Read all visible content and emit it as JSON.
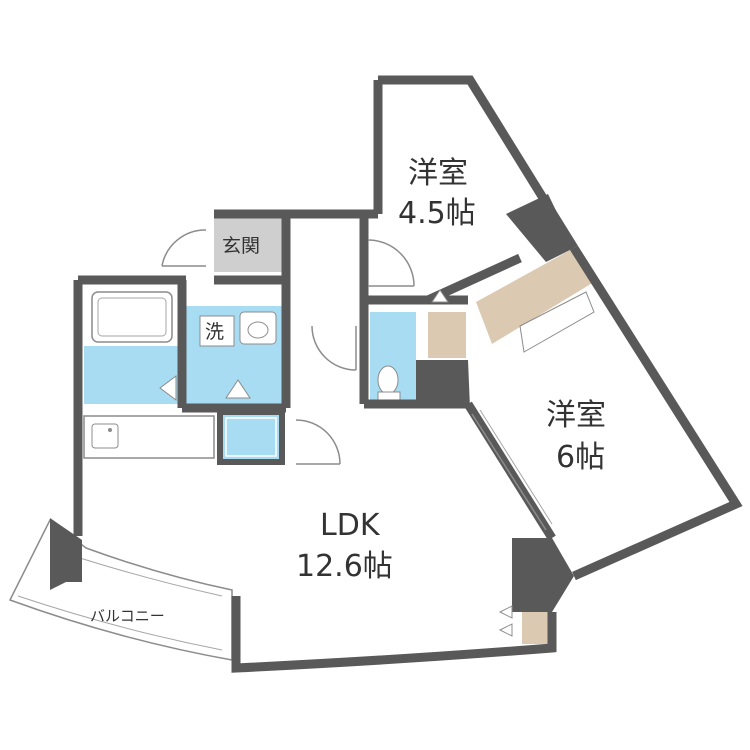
{
  "rooms": {
    "western_small": {
      "name": "洋室",
      "size": "4.5帖"
    },
    "western_large": {
      "name": "洋室",
      "size": "6帖"
    },
    "ldk": {
      "name": "LDK",
      "size": "12.6帖"
    }
  },
  "labels": {
    "entrance": "玄関",
    "washroom": "洗",
    "balcony": "バルコニー"
  },
  "colors": {
    "wall": "#595959",
    "water_area": "#a8dcf2",
    "storage": "#dcc9b2",
    "entrance_floor": "#cfcfcf",
    "column": "#595959"
  }
}
